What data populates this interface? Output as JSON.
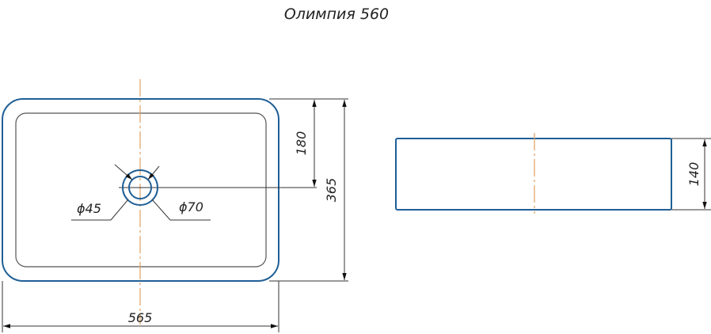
{
  "title": "Олимпия 560",
  "top_view": {
    "width_label": "565",
    "depth_label": "365",
    "drain_offset_label": "180",
    "drain_inner_label": "ϕ45",
    "drain_outer_label": "ϕ70"
  },
  "side_view": {
    "height_label": "140"
  },
  "colors": {
    "outline": "#1f5f96",
    "centerline": "#e0a060"
  }
}
